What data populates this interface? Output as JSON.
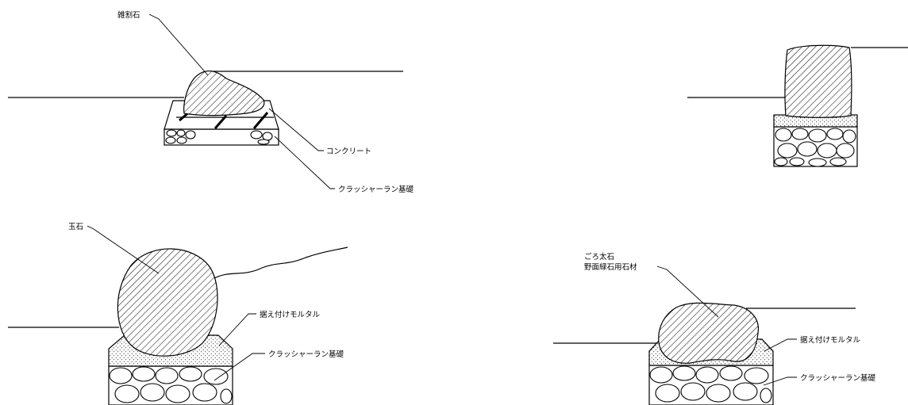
{
  "diagrams": {
    "top_left": {
      "stone_label": "雑割石",
      "concrete_label": "コンクリート",
      "base_label": "クラッシャーラン基礎"
    },
    "bottom_left": {
      "stone_label": "玉石",
      "mortar_label": "据え付けモルタル",
      "base_label": "クラッシャーラン基礎"
    },
    "bottom_right": {
      "stone_label_line1": "ごろ太石",
      "stone_label_line2": "野面緑石用石材",
      "mortar_label": "据え付けモルタル",
      "base_label": "クラッシャーラン基礎"
    }
  }
}
